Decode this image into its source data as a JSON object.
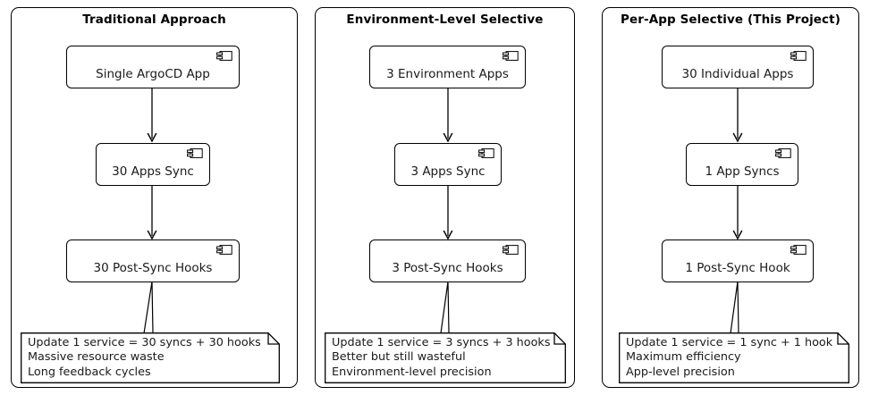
{
  "diagram": {
    "type": "uml-component-comparison",
    "background_color": "#ffffff",
    "line_color": "#000000",
    "text_color": "#1a1a1a",
    "panels": [
      {
        "title": "Traditional Approach",
        "components": [
          {
            "label": "Single ArgoCD App",
            "icon": "uml-component-icon"
          },
          {
            "label": "30 Apps Sync",
            "icon": "uml-component-icon"
          },
          {
            "label": "30 Post-Sync Hooks",
            "icon": "uml-component-icon"
          }
        ],
        "note": {
          "lines": [
            "Update 1 service = 30 syncs + 30 hooks",
            "Massive resource waste",
            "Long feedback cycles"
          ]
        }
      },
      {
        "title": "Environment-Level Selective",
        "components": [
          {
            "label": "3 Environment Apps",
            "icon": "uml-component-icon"
          },
          {
            "label": "3 Apps Sync",
            "icon": "uml-component-icon"
          },
          {
            "label": "3 Post-Sync Hooks",
            "icon": "uml-component-icon"
          }
        ],
        "note": {
          "lines": [
            "Update 1 service = 3 syncs + 3 hooks",
            "Better but still wasteful",
            "Environment-level precision"
          ]
        }
      },
      {
        "title": "Per-App Selective (This Project)",
        "components": [
          {
            "label": "30 Individual Apps",
            "icon": "uml-component-icon"
          },
          {
            "label": "1 App Syncs",
            "icon": "uml-component-icon"
          },
          {
            "label": "1 Post-Sync Hook",
            "icon": "uml-component-icon"
          }
        ],
        "note": {
          "lines": [
            "Update 1 service = 1 sync + 1 hook",
            "Maximum efficiency",
            "App-level precision"
          ]
        }
      }
    ]
  }
}
